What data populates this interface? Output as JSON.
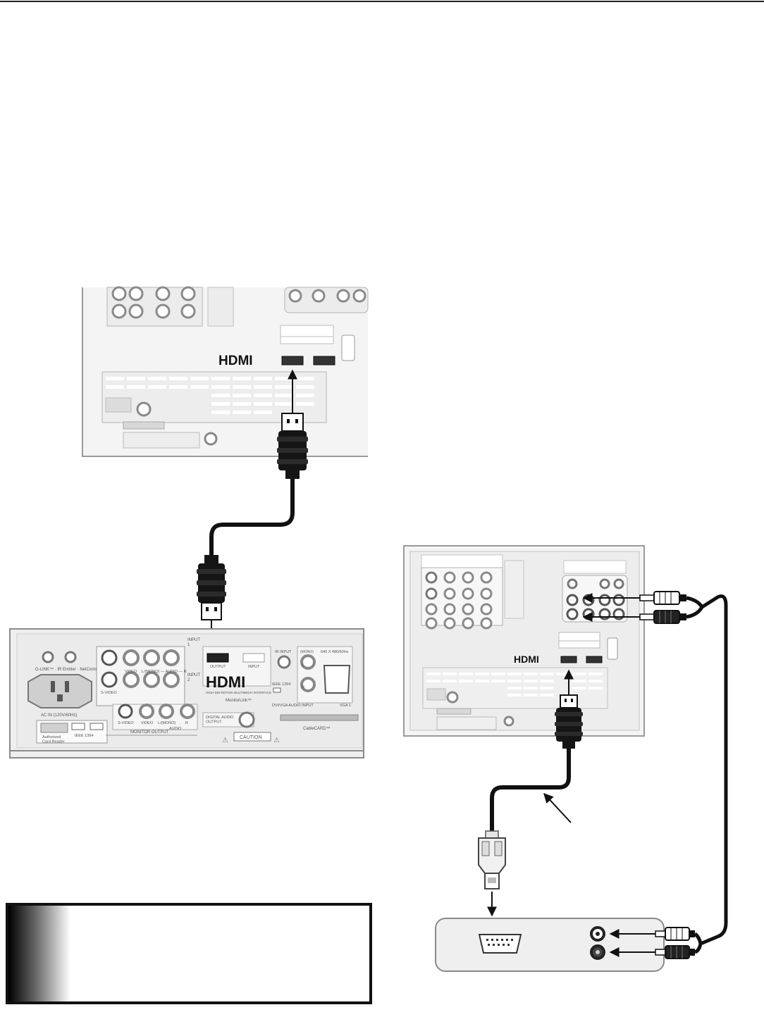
{
  "colors": {
    "ink": "#1a1a1a",
    "panel": "#ececec",
    "panel_stroke": "#9a9a9a",
    "jack_ring": "#777777",
    "cable": "#111111"
  },
  "top_tv_panel": {
    "hdmi_logo": "HDMI"
  },
  "av_receiver_panel": {
    "glink_label": "G-LINK™ · IR Emitter · NetCommand™",
    "ac_in_label": "AC IN (120V/60Hz)",
    "svideo_label": "S-VIDEO",
    "video_label": "VIDEO",
    "audio_lr_label": "L/(MONO) — AUDIO — R",
    "input1_label": "INPUT\n1",
    "input2_label": "INPUT\n2",
    "hdmi_output_label": "OUTPUT",
    "hdmi_input_label": "INPUT",
    "hdmi_logo": "HDMI",
    "hdmi_tagline": "HIGH-DEFINITION MULTIMEDIA INTERFACE",
    "monitorlink_label": "MonitorLink™",
    "ir_input_label": "IR INPUT",
    "ieee_label": "IEEE 1394",
    "dvi_vga_label": "DVI/VGA AUDIO INPUT",
    "vga_res_label": "640 X 480/60Hz",
    "vga_label": "VGA 1",
    "mono_label": "(MONO)",
    "l_label": "L",
    "r_label": "R",
    "card_reader_label": "Authorized\nCard Reader",
    "ieee_bottom_label": "IEEE 1394",
    "mon_svideo": "S-VIDEO",
    "mon_video": "VIDEO",
    "mon_lmono": "L/(MONO)",
    "mon_r": "R",
    "mon_audio": "AUDIO",
    "monitor_output_label": "MONITOR OUTPUT",
    "digital_audio_label": "DIGITAL AUDIO\nOUTPUT",
    "caution_label": "CAUTION",
    "cablecard_label": "CableCARD™"
  },
  "right_tv_panel": {
    "hdmi_logo": "HDMI"
  },
  "note_box": {
    "text": ""
  }
}
